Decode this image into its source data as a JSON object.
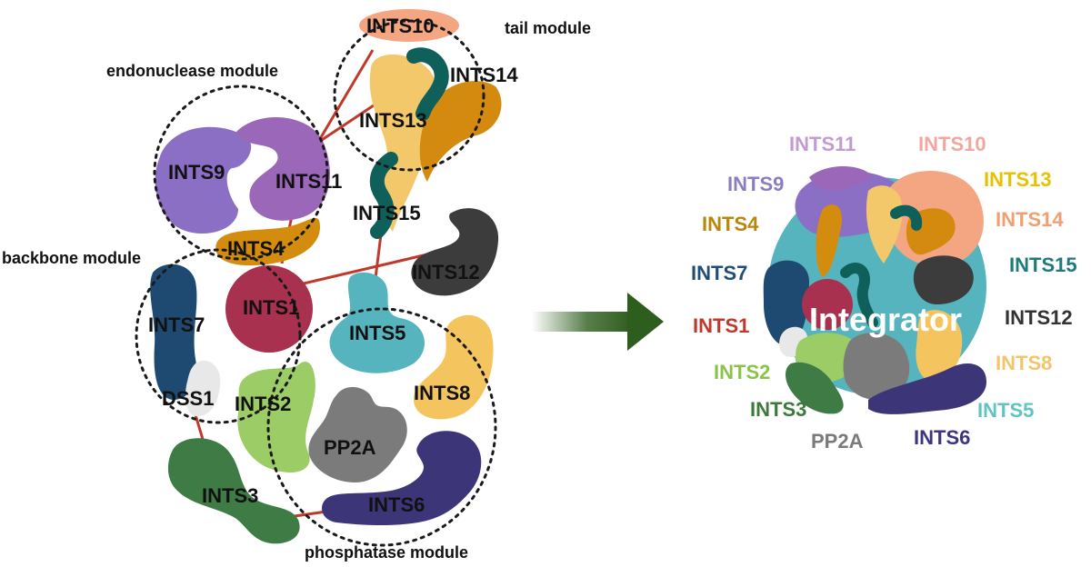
{
  "modules": {
    "tail": "tail module",
    "endonuclease": "endonuclease module",
    "backbone": "backbone  module",
    "phosphatase": "phosphatase module"
  },
  "subunits": {
    "ints10": "INTS10",
    "ints14": "INTS14",
    "ints13": "INTS13",
    "ints15": "INTS15",
    "ints9": "INTS9",
    "ints11": "INTS11",
    "ints4": "INTS4",
    "ints12": "INTS12",
    "ints1": "INTS1",
    "ints7": "INTS7",
    "ints5": "INTS5",
    "ints8": "INTS8",
    "dss1": "DSS1",
    "ints2": "INTS2",
    "pp2a": "PP2A",
    "ints3": "INTS3",
    "ints6": "INTS6"
  },
  "complex_label": "Integrator",
  "legend": [
    {
      "key": "ints11",
      "text": "INTS11",
      "color": "#c39bd3"
    },
    {
      "key": "ints10",
      "text": "INTS10",
      "color": "#f1a7a0"
    },
    {
      "key": "ints9",
      "text": "INTS9",
      "color": "#8e7cc3"
    },
    {
      "key": "ints13",
      "text": "INTS13",
      "color": "#e5c100"
    },
    {
      "key": "ints4",
      "text": "INTS4",
      "color": "#b8860b"
    },
    {
      "key": "ints14",
      "text": "INTS14",
      "color": "#f0a070"
    },
    {
      "key": "ints7",
      "text": "INTS7",
      "color": "#1f4e79"
    },
    {
      "key": "ints15",
      "text": "INTS15",
      "color": "#1f7a7a"
    },
    {
      "key": "ints1",
      "text": "INTS1",
      "color": "#c0392b"
    },
    {
      "key": "ints12",
      "text": "INTS12",
      "color": "#333333"
    },
    {
      "key": "ints2",
      "text": "INTS2",
      "color": "#8bc34a"
    },
    {
      "key": "ints8",
      "text": "INTS8",
      "color": "#f4c46a"
    },
    {
      "key": "ints3",
      "text": "INTS3",
      "color": "#3b7a3b"
    },
    {
      "key": "ints5",
      "text": "INTS5",
      "color": "#5fc4c4"
    },
    {
      "key": "pp2a",
      "text": "PP2A",
      "color": "#7a7a7a"
    },
    {
      "key": "ints6",
      "text": "INTS6",
      "color": "#3d3580"
    }
  ],
  "colors": {
    "ints10": "#f4a582",
    "ints13": "#f2c86a",
    "ints14": "#d4890f",
    "ints15": "#0f5f5a",
    "ints9": "#8a6fc4",
    "ints11": "#9b67b8",
    "ints4": "#d48c0e",
    "ints12": "#3c3c3c",
    "ints1": "#a8314f",
    "ints7": "#1e4a72",
    "ints5": "#56b4bf",
    "ints8": "#f4c55f",
    "dss1": "#e8e8e8",
    "ints2": "#9ccc65",
    "pp2a": "#7b7b7b",
    "ints3": "#3e7b45",
    "ints6": "#3c3577",
    "arrow": "#2e5e1e",
    "links": "#c0392b"
  }
}
